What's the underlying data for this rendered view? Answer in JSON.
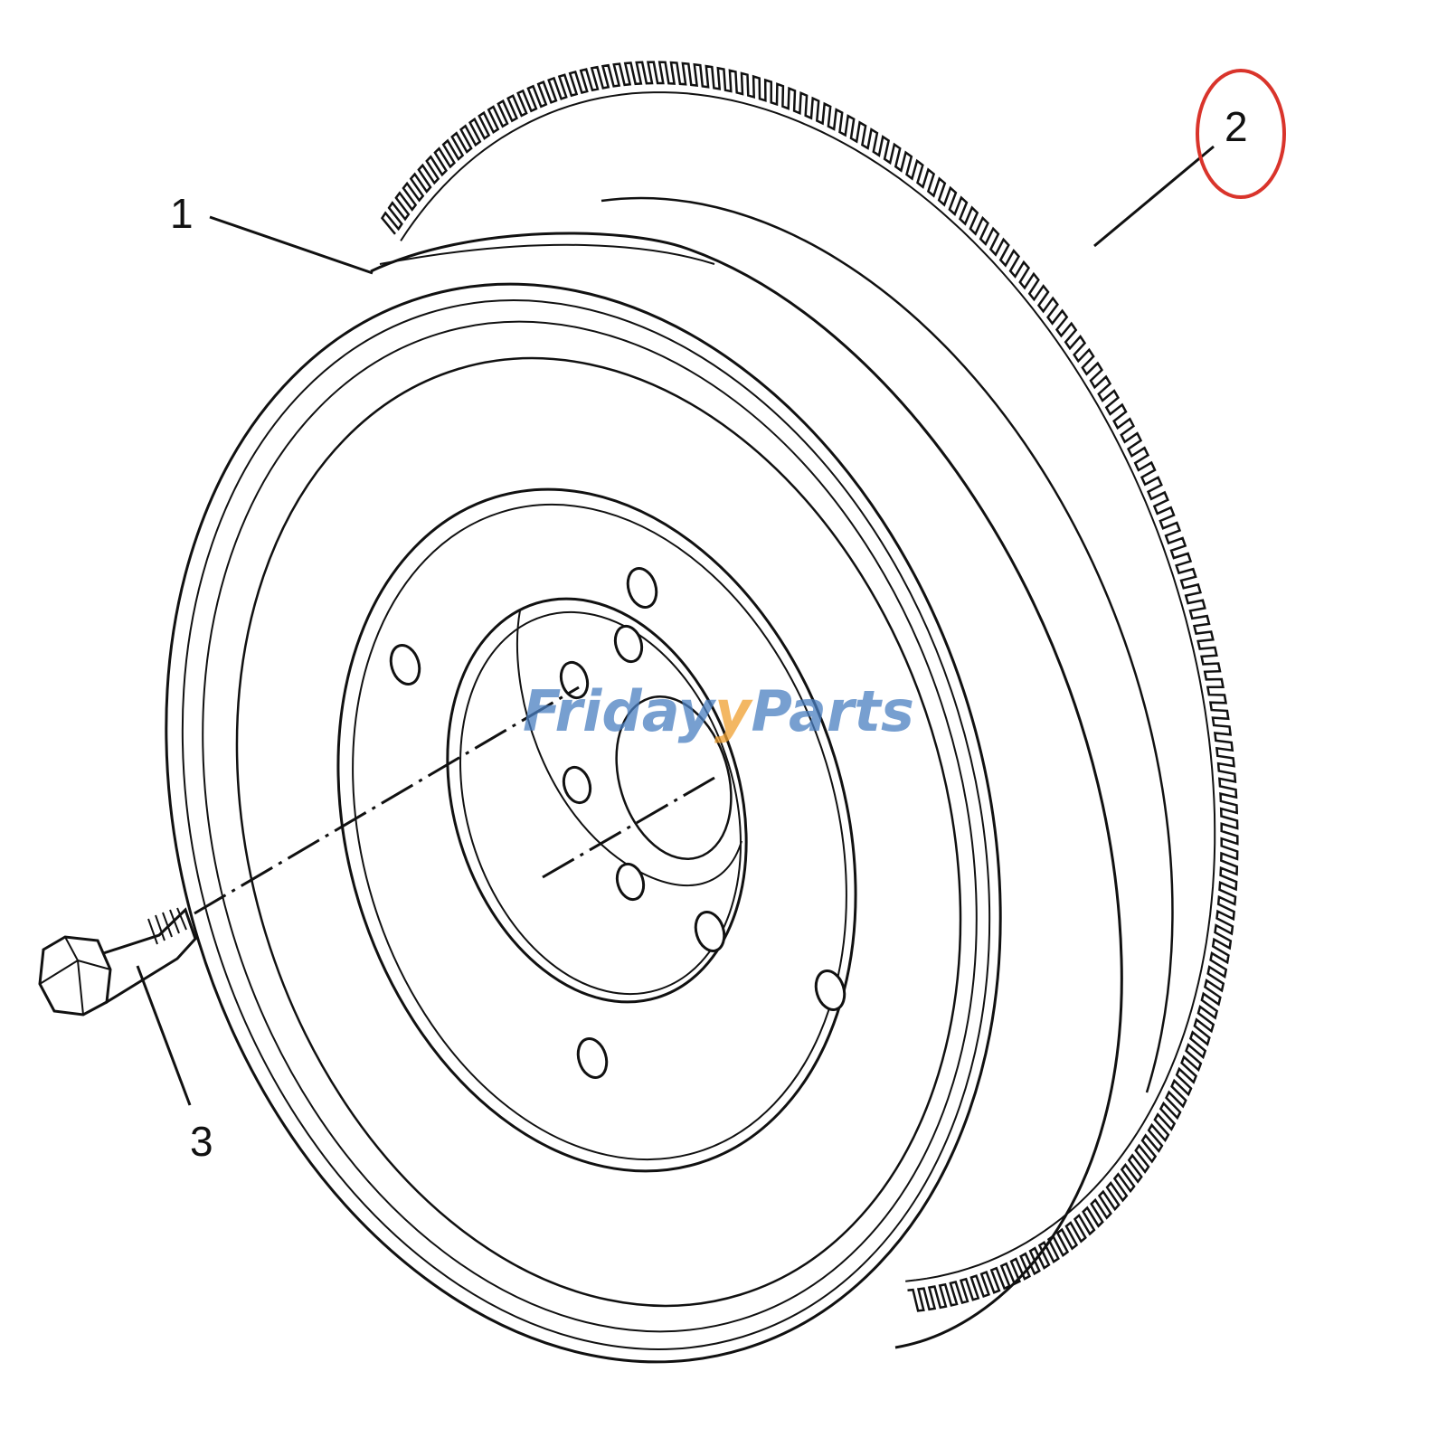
{
  "diagram": {
    "callouts": [
      {
        "id": "callout-1",
        "label": "1"
      },
      {
        "id": "callout-2",
        "label": "2",
        "highlighted": true
      },
      {
        "id": "callout-3",
        "label": "3"
      }
    ],
    "watermark": {
      "text_left": "Friday",
      "text_right": "Parts"
    },
    "colors": {
      "line": "#111111",
      "highlight_circle": "#d9342b",
      "watermark_blue": "#4a7fc1",
      "watermark_orange": "#f0a030"
    }
  }
}
